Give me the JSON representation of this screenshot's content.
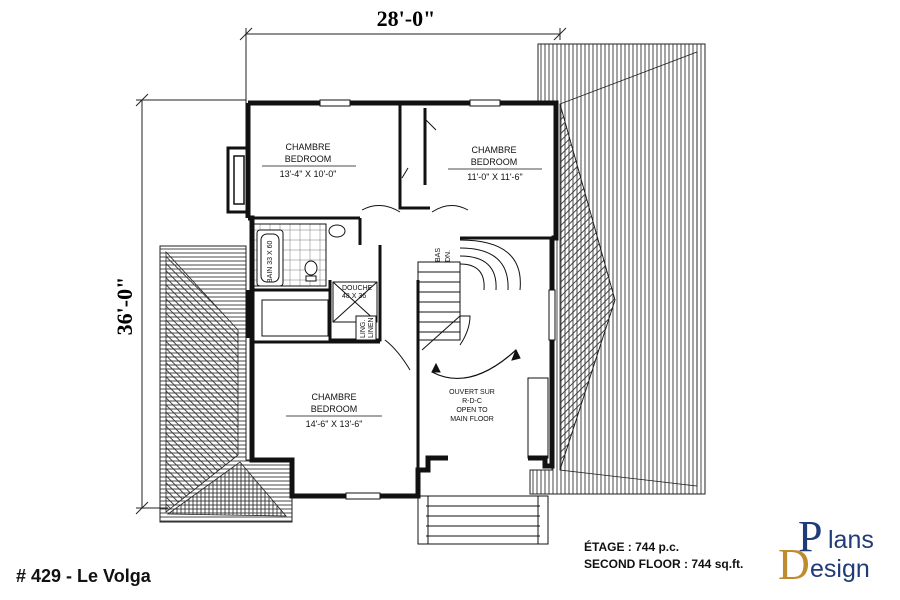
{
  "dimensions": {
    "width": "28'-0\"",
    "depth": "36'-0\""
  },
  "rooms": {
    "bedroom1": {
      "fr": "CHAMBRE",
      "en": "BEDROOM",
      "size": "13'-4\" X 10'-0\""
    },
    "bedroom2": {
      "fr": "CHAMBRE",
      "en": "BEDROOM",
      "size": "11'-0\" X 11'-6\""
    },
    "bedroom3": {
      "fr": "CHAMBRE",
      "en": "BEDROOM",
      "size": "14'-6\" X 13'-6\""
    }
  },
  "fixtures": {
    "bath": "BAIN 33 X 60",
    "shower_fr": "DOUCHE",
    "shower_size": "48 X 36",
    "linen_fr": "LING.",
    "linen_en": "LINEN",
    "stair_down_fr": "BAS",
    "stair_down_en": "DN."
  },
  "open_note": {
    "l1": "OUVERT SUR",
    "l2": "R-D-C",
    "l3": "OPEN TO",
    "l4": "MAIN FLOOR"
  },
  "plan_id": "# 429 - Le Volga",
  "area": {
    "fr": "ÉTAGE : 744 p.c.",
    "en": "SECOND FLOOR : 744 sq.ft."
  },
  "logo": {
    "letter1": "P",
    "text1": "lans",
    "letter2": "D",
    "text2": "esign",
    "color_primary": "#1f3b78",
    "color_accent": "#c08a2e"
  }
}
